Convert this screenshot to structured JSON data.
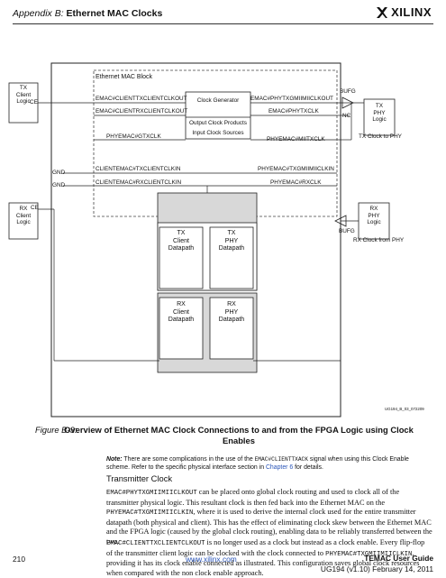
{
  "header": {
    "section": "Appendix B:",
    "title": "Ethernet MAC Clocks",
    "logo": "XILINX"
  },
  "diagram": {
    "tx_client": [
      "TX",
      "Client",
      "Logic"
    ],
    "ce": "CE",
    "block_title": "Ethernet MAC Block",
    "clk_gen": "Clock Generator",
    "out_products": "Output Clock Products",
    "in_sources": "Input Clock Sources",
    "emac_txclientclkout": "EMAC#CLIENTTXCLIENTCLKOUT",
    "emac_rxclientclkout": "EMAC#CLIENTRXCLIENTCLKOUT",
    "phyemac_gtxclk": "PHYEMAC#GTXCLK",
    "emac_phytxgmiimiiclkout": "EMAC#PHYTXGMIIMIICLKOUT",
    "emac_phytxclk": "EMAC#PHYTXCLK",
    "phyemac_miitxclk": "PHYEMAC#MIITXCLK",
    "bufg": "BUFG",
    "nc": "NC",
    "tx_phy": [
      "TX",
      "PHY",
      "Logic"
    ],
    "tx_clock_to_phy": "TX Clock to PHY",
    "gnd": "GND",
    "clientemac_txclientclkin": "CLIENTEMAC#TXCLIENTCLKIN",
    "clientemac_rxclientclkin": "CLIENTEMAC#RXCLIENTCLKIN",
    "phyemac_txgmiimiiclkin": "PHYEMAC#TXGMIIMIICLKIN",
    "phyemac_rxclk": "PHYEMAC#RXCLK",
    "rx_client": [
      "RX",
      "Client",
      "Logic"
    ],
    "tx_client_dp": [
      "TX",
      "Client",
      "Datapath"
    ],
    "tx_phy_dp": [
      "TX",
      "PHY",
      "Datapath"
    ],
    "rx_client_dp": [
      "RX",
      "Client",
      "Datapath"
    ],
    "rx_phy_dp": [
      "RX",
      "PHY",
      "Datapath"
    ],
    "rx_phy": [
      "RX",
      "PHY",
      "Logic"
    ],
    "rx_clock_from_phy": "RX Clock from PHY",
    "fig_id": "UG194_B_03_072209"
  },
  "caption": {
    "number": "Figure B-3:",
    "text": "Overview of Ethernet MAC Clock Connections to and from the FPGA Logic using Clock Enables"
  },
  "note": {
    "label": "Note:",
    "t1": " There are some complications in the use of the ",
    "sig": "EMAC#CLIENTTXACK",
    "t2": " signal when using this Clock Enable scheme. Refer to the specific physical interface section in ",
    "link": "Chapter 6",
    "t3": " for details."
  },
  "section_title": "Transmitter Clock",
  "p1": {
    "s1": "EMAC#PHYTXGMIIMIICLKOUT",
    "t1": " can be placed onto global clock routing and used to clock all of the transmitter physical logic. This resultant clock is then fed back into the Ethernet MAC on the ",
    "s2": "PHYEMAC#TXGMIIMIICLKIN",
    "t2": ", where it is used to derive the internal clock used for the entire transmitter datapath (both physical and client). This has the effect of eliminating clock skew between the Ethernet MAC and the FPGA logic (caused by the global clock routing), enabling data to be reliably transferred between the two."
  },
  "p2": {
    "s1": "EMAC#CLIENTTXCLIENTCLKOUT",
    "t1": " is no longer used as a clock but instead as a clock enable. Every flip-flop of the transmitter client logic can be clocked with the clock connected to ",
    "s2": "PHYEMAC#TXGMIIMIICLKIN",
    "t2": ", providing it has its clock enable connected as illustrated. This configuration saves global clock resources when compared with the non clock enable approach."
  },
  "footer": {
    "page": "210",
    "url": "www.xilinx.com",
    "guide": "TEMAC User Guide",
    "version": "UG194 (v1.10) February 14, 2011"
  }
}
